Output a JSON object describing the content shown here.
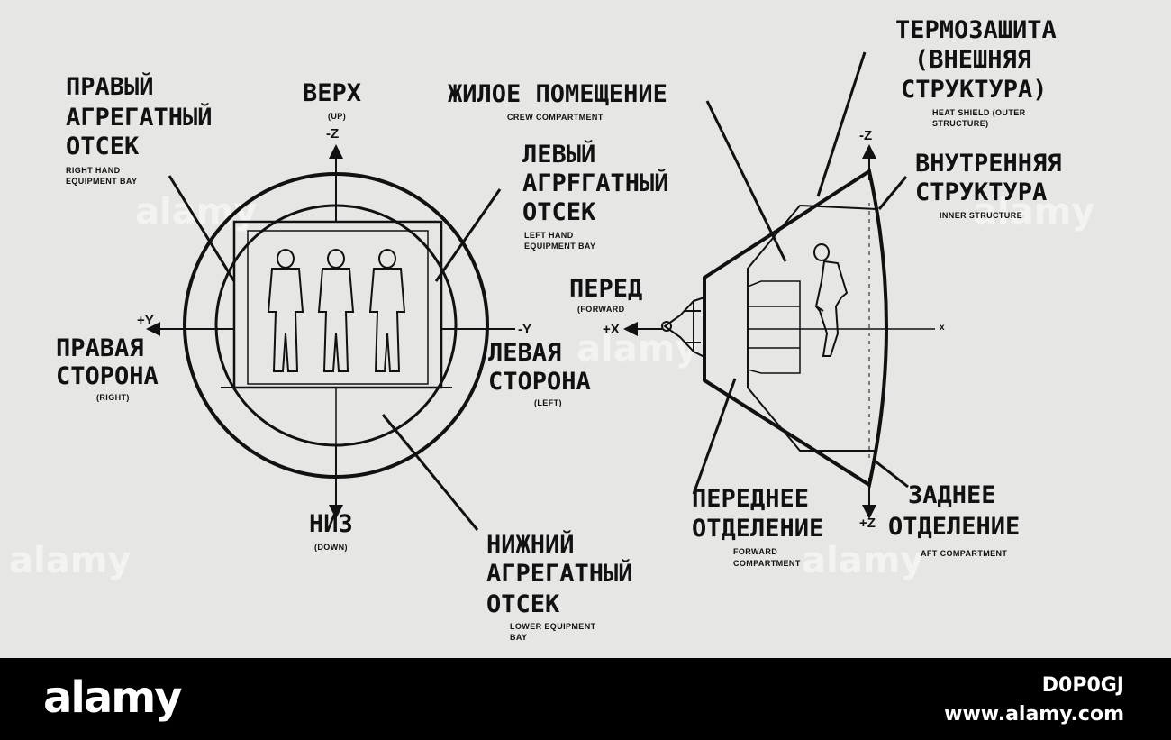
{
  "top_view": {
    "top_label": {
      "ru": "ВЕРХ",
      "en": "(UP)"
    },
    "top_axis": "-Z",
    "bottom_label": {
      "ru": "НИЗ",
      "en": "(DOWN)"
    },
    "right_label": {
      "ru_line1": "ПРАВАЯ",
      "ru_line2": "СТОРОНА",
      "en": "(RIGHT)"
    },
    "right_axis": "+Y",
    "left_label": {
      "ru_line1": "ЛЕВАЯ",
      "ru_line2": "СТОРОНА",
      "en": "(LEFT)"
    },
    "left_axis": "-Y",
    "rh_bay": {
      "ru_line1": "ПРАВЫЙ",
      "ru_line2": "АГРЕГАТНЫЙ",
      "ru_line3": "ОТСЕК",
      "en_line1": "RIGHT HAND",
      "en_line2": "EQUIPMENT BAY"
    },
    "lh_bay": {
      "ru_line1": "ЛЕВЫЙ",
      "ru_line2": "АГРFГАТНЫЙ",
      "ru_line3": "ОТСЕК",
      "en_line1": "LEFT HAND",
      "en_line2": "EQUIPMENT BAY"
    },
    "lower_bay": {
      "ru_line1": "НИЖНИЙ",
      "ru_line2": "АГРЕГАТНЫЙ",
      "ru_line3": "ОТСЕК",
      "en_line1": "LOWER EQUIPMENT",
      "en_line2": "BAY"
    }
  },
  "side_view": {
    "forward": {
      "ru": "ПЕРЕД",
      "en": "(FORWARD",
      "axis": "+X"
    },
    "crew": {
      "ru": "ЖИЛОЕ ПОМЕЩЕНИЕ",
      "en": "CREW COMPARTMENT"
    },
    "heat_shield": {
      "ru_line1": "ТЕРМОЗАШИТА",
      "ru_line2": "(ВНЕШНЯЯ",
      "ru_line3": "СТРУКТУРА)",
      "en_line1": "HEAT SHIELD (OUTER",
      "en_line2": "STRUCTURE)"
    },
    "inner": {
      "ru_line1": "ВНУТРЕННЯЯ",
      "ru_line2": "СТРУКТУРА",
      "en": "INNER STRUCTURE"
    },
    "fwd_comp": {
      "ru_line1": "ПЕРЕДНЕЕ",
      "ru_line2": "ОТДЕЛЕНИЕ",
      "en_line1": "FORWARD",
      "en_line2": "COMPARTMENT"
    },
    "aft_comp": {
      "ru_line1": "ЗАДНЕЕ",
      "ru_line2": "ОТДЕЛЕНИЕ",
      "en": "AFT COMPARTMENT"
    },
    "axis_top": "-Z",
    "axis_bottom": "+Z",
    "axis_x": "x"
  },
  "watermark": "alamy",
  "footer": {
    "brand": "alamy",
    "image_id": "D0P0GJ",
    "site": "www.alamy.com"
  }
}
